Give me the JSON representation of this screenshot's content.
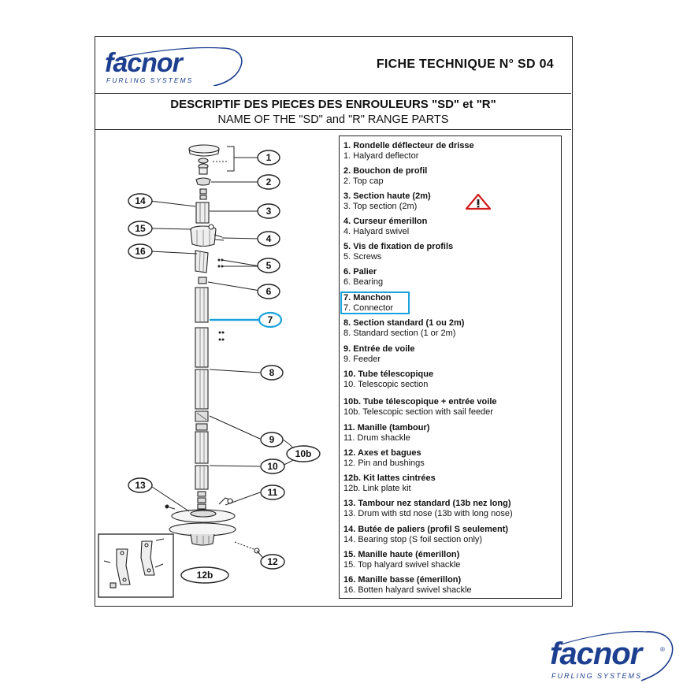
{
  "header": {
    "logo_word": "facnor",
    "logo_sub": "FURLING SYSTEMS",
    "fiche_title": "FICHE TECHNIQUE N° SD 04"
  },
  "titles": {
    "fr": "DESCRIPTIF DES PIECES DES ENROULEURS \"SD\" et \"R\"",
    "en": "NAME OF THE \"SD\" and \"R\" RANGE PARTS"
  },
  "legend": [
    {
      "fr": "1. Rondelle déflecteur de drisse",
      "en": "1. Halyard deflector"
    },
    {
      "fr": "2. Bouchon de profil",
      "en": "2. Top cap"
    },
    {
      "fr": "3. Section haute (2m)",
      "en": "3. Top section (2m)"
    },
    {
      "fr": "4. Curseur émerillon",
      "en": "4. Halyard swivel"
    },
    {
      "fr": "5. Vis de fixation de profils",
      "en": "5. Screws"
    },
    {
      "fr": "6. Palier",
      "en": "6. Bearing"
    },
    {
      "fr": "7. Manchon",
      "en": "7. Connector"
    },
    {
      "fr": "8. Section standard (1 ou 2m)",
      "en": "8. Standard section (1 or 2m)"
    },
    {
      "fr": "9. Entrée de voile",
      "en": "9. Feeder"
    },
    {
      "fr": "10. Tube télescopique",
      "en": "10. Telescopic section"
    },
    {
      "fr": "10b. Tube télescopique + entrée voile",
      "en": "10b. Telescopic section with sail feeder"
    },
    {
      "fr": "11. Manille (tambour)",
      "en": "11. Drum shackle"
    },
    {
      "fr": "12. Axes et bagues",
      "en": "12. Pin and bushings"
    },
    {
      "fr": "12b. Kit lattes cintrées",
      "en": "12b. Link plate kit"
    },
    {
      "fr": "13. Tambour nez standard (13b nez long)",
      "en": "13. Drum with std nose (13b with long nose)"
    },
    {
      "fr": "14. Butée de paliers (profil S seulement)",
      "en": "14. Bearing stop (S foil section only)"
    },
    {
      "fr": "15. Manille haute (émerillon)",
      "en": "15. Top halyard swivel shackle"
    },
    {
      "fr": "16. Manille basse (émerillon)",
      "en": "16. Botten halyard swivel shackle"
    }
  ],
  "callouts": {
    "c1": "1",
    "c2": "2",
    "c3": "3",
    "c4": "4",
    "c5": "5",
    "c6": "6",
    "c7": "7",
    "c8": "8",
    "c9": "9",
    "c10": "10",
    "c10b": "10b",
    "c11": "11",
    "c12": "12",
    "c12b": "12b",
    "c13": "13",
    "c14": "14",
    "c15": "15",
    "c16": "16"
  },
  "warning_icon": "warning-triangle-icon",
  "highlight_color": "#19a2dc",
  "brand_color": "#1d3f8f",
  "footer_logo": {
    "word": "facnor",
    "registered": "®",
    "sub": "FURLING SYSTEMS"
  }
}
